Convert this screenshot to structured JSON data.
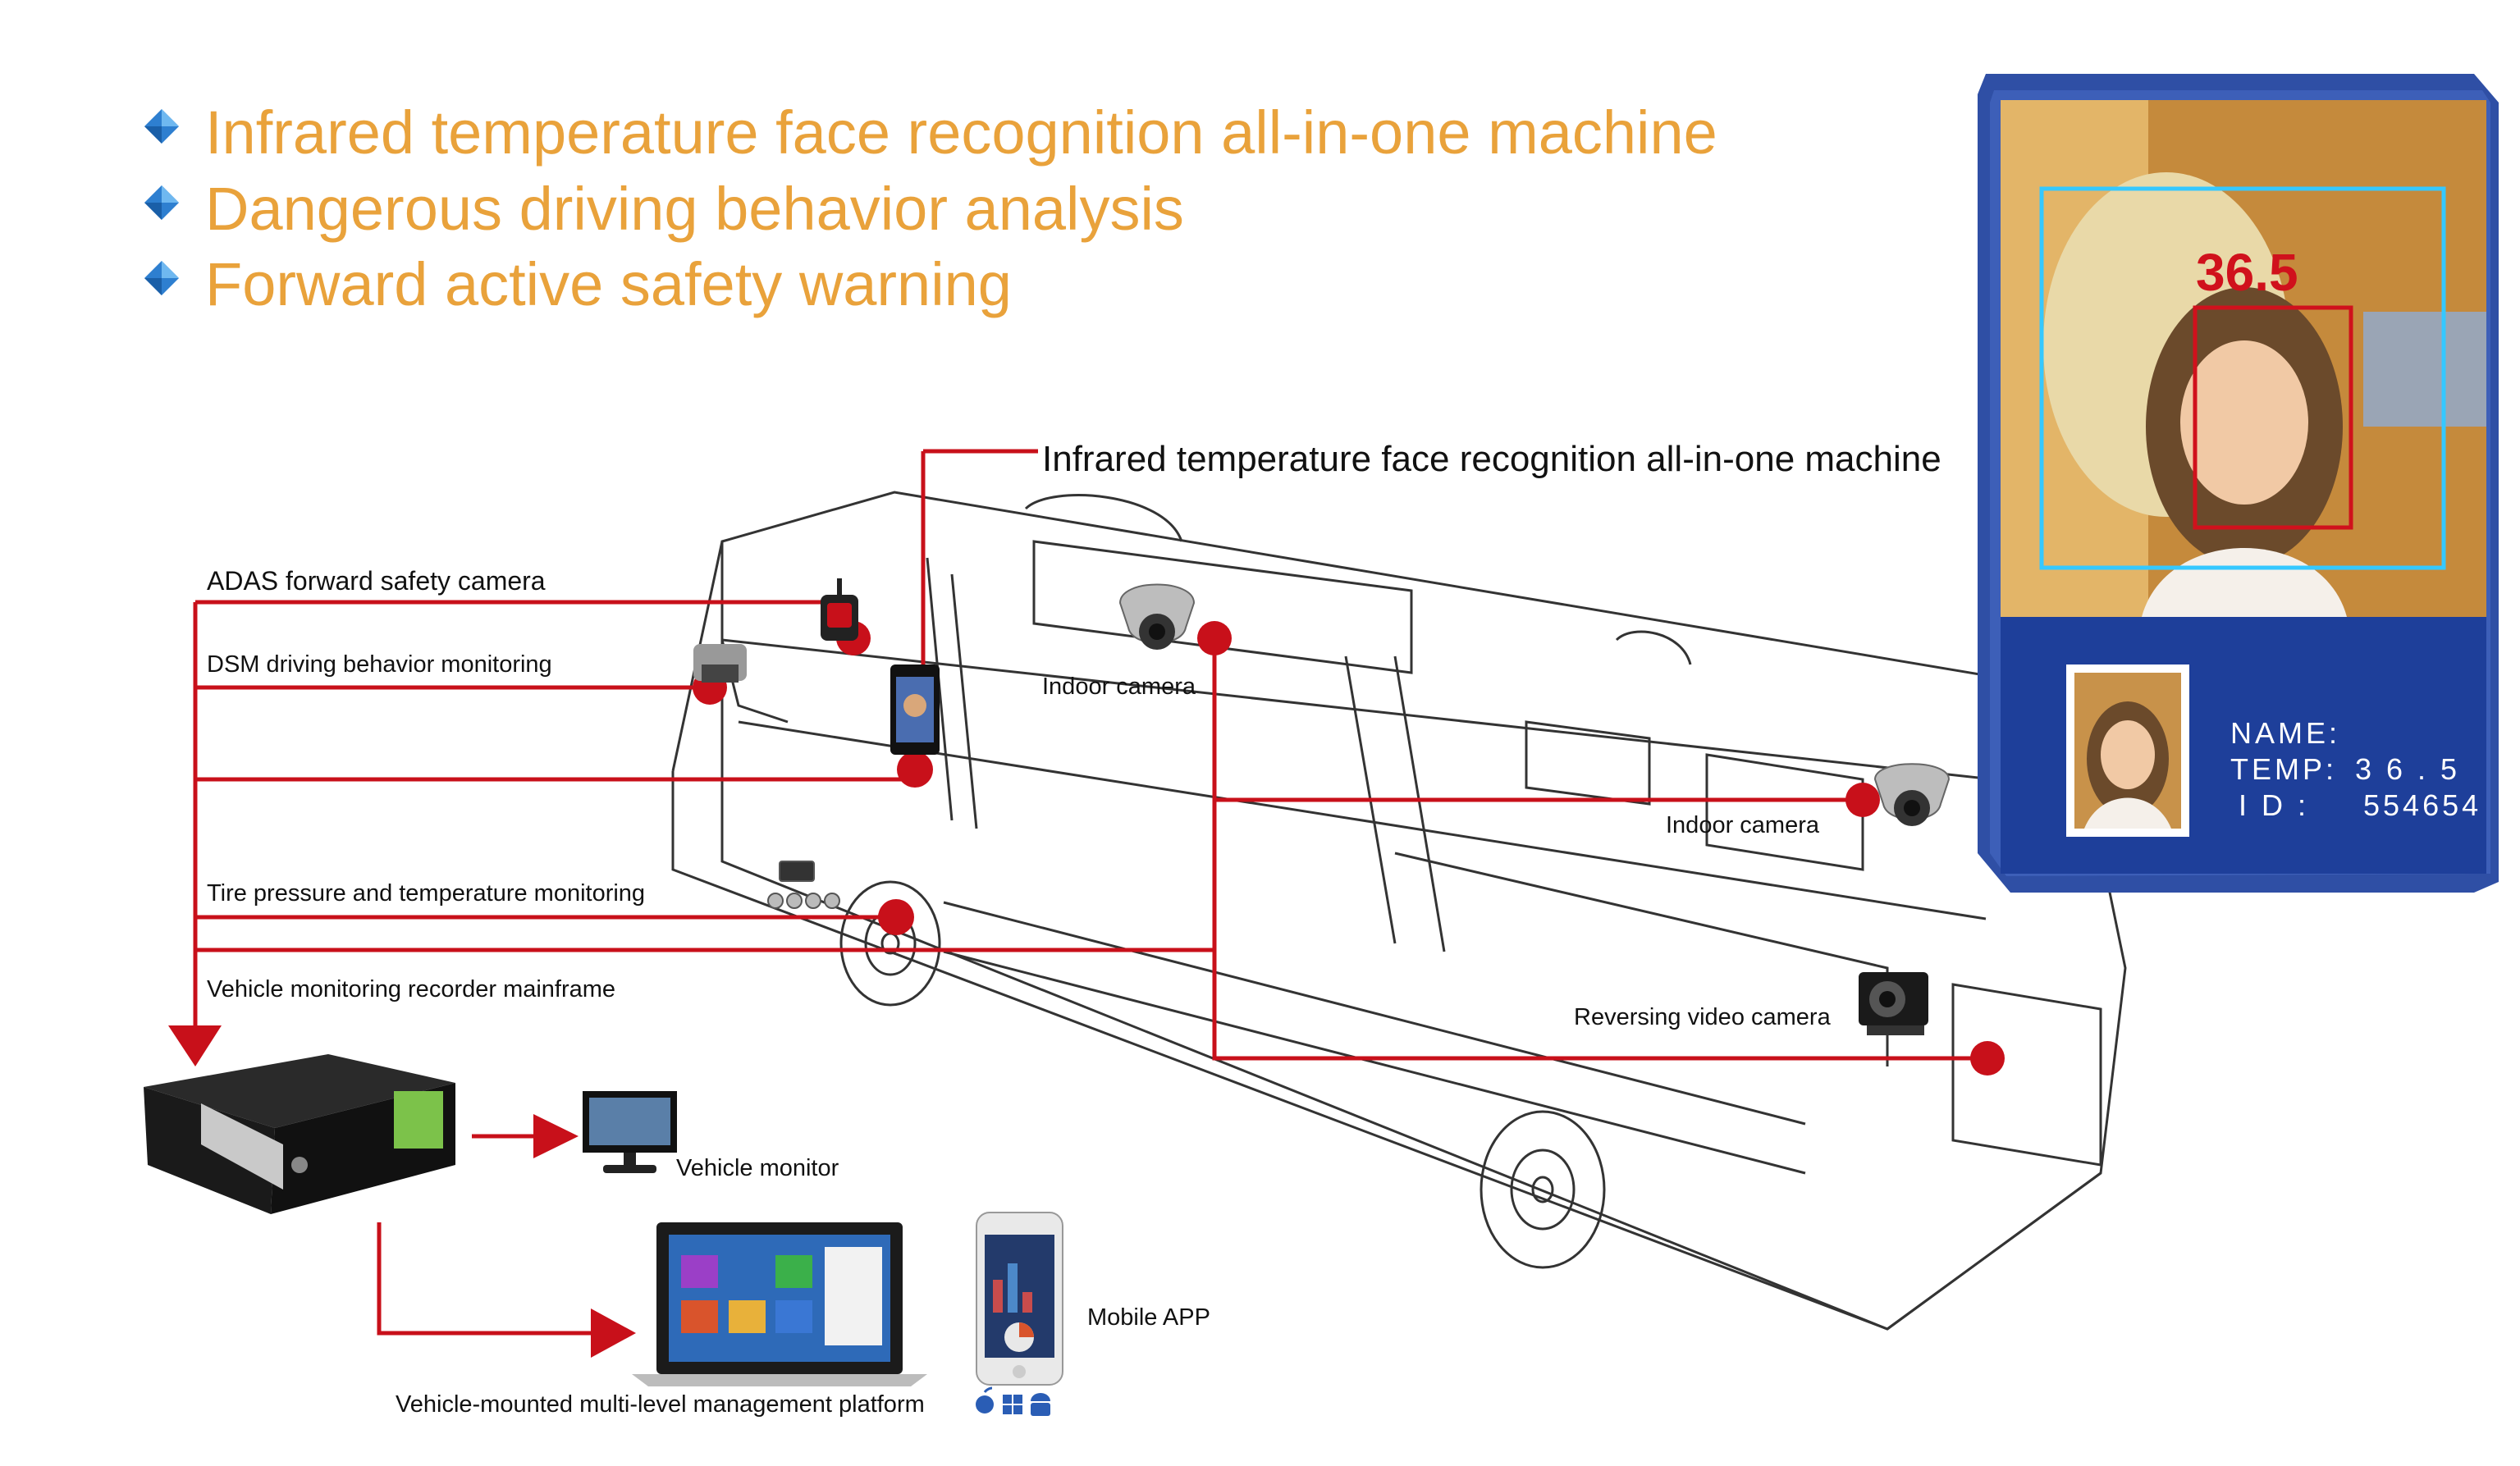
{
  "headings": [
    "Infrared temperature face recognition all-in-one machine",
    "Dangerous driving behavior analysis",
    "Forward active safety warning"
  ],
  "callouts": {
    "infrared_machine": "Infrared temperature face recognition all-in-one machine",
    "adas": "ADAS forward safety camera",
    "dsm": "DSM driving behavior monitoring",
    "indoor_camera_front": "Indoor camera",
    "indoor_camera_rear": "Indoor camera",
    "tire_pressure": "Tire pressure and temperature monitoring",
    "recorder": "Vehicle monitoring recorder mainframe",
    "reversing_camera": "Reversing video camera",
    "vehicle_monitor": "Vehicle monitor",
    "mobile_app": "Mobile APP",
    "platform": "Vehicle-mounted multi-level management platform"
  },
  "face_panel": {
    "temperature_overlay": "36.5",
    "name_label": "NAME:",
    "temp_label": "TEMP:",
    "temp_value": "3 6 . 5",
    "id_label": "I D  :",
    "id_value": "554654"
  },
  "colors": {
    "heading": "#E9A23B",
    "connector": "#C8101A",
    "panel_blue": "#1E3F9A",
    "panel_frame": "#2F4FA5"
  },
  "icons": [
    "diamond-bullet-icon",
    "apple-icon",
    "windows-icon",
    "android-icon"
  ]
}
